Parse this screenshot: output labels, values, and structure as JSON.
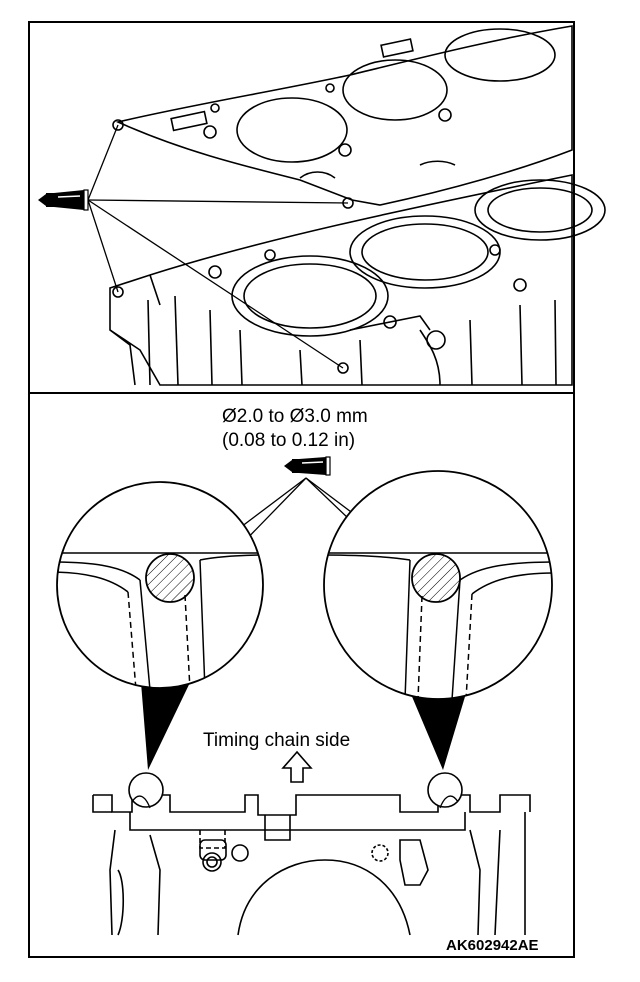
{
  "labels": {
    "bead_diameter": "Ø2.0 to Ø3.0 mm",
    "bead_diameter_in": "(0.08 to 0.12 in)",
    "timing_side": "Timing chain side",
    "figure_code": "AK602942AE"
  },
  "icons": {
    "sealant_tube": "sealant-tube-icon",
    "direction_arrow": "up-arrow-icon"
  },
  "colors": {
    "line": "#000000",
    "background": "#ffffff"
  }
}
